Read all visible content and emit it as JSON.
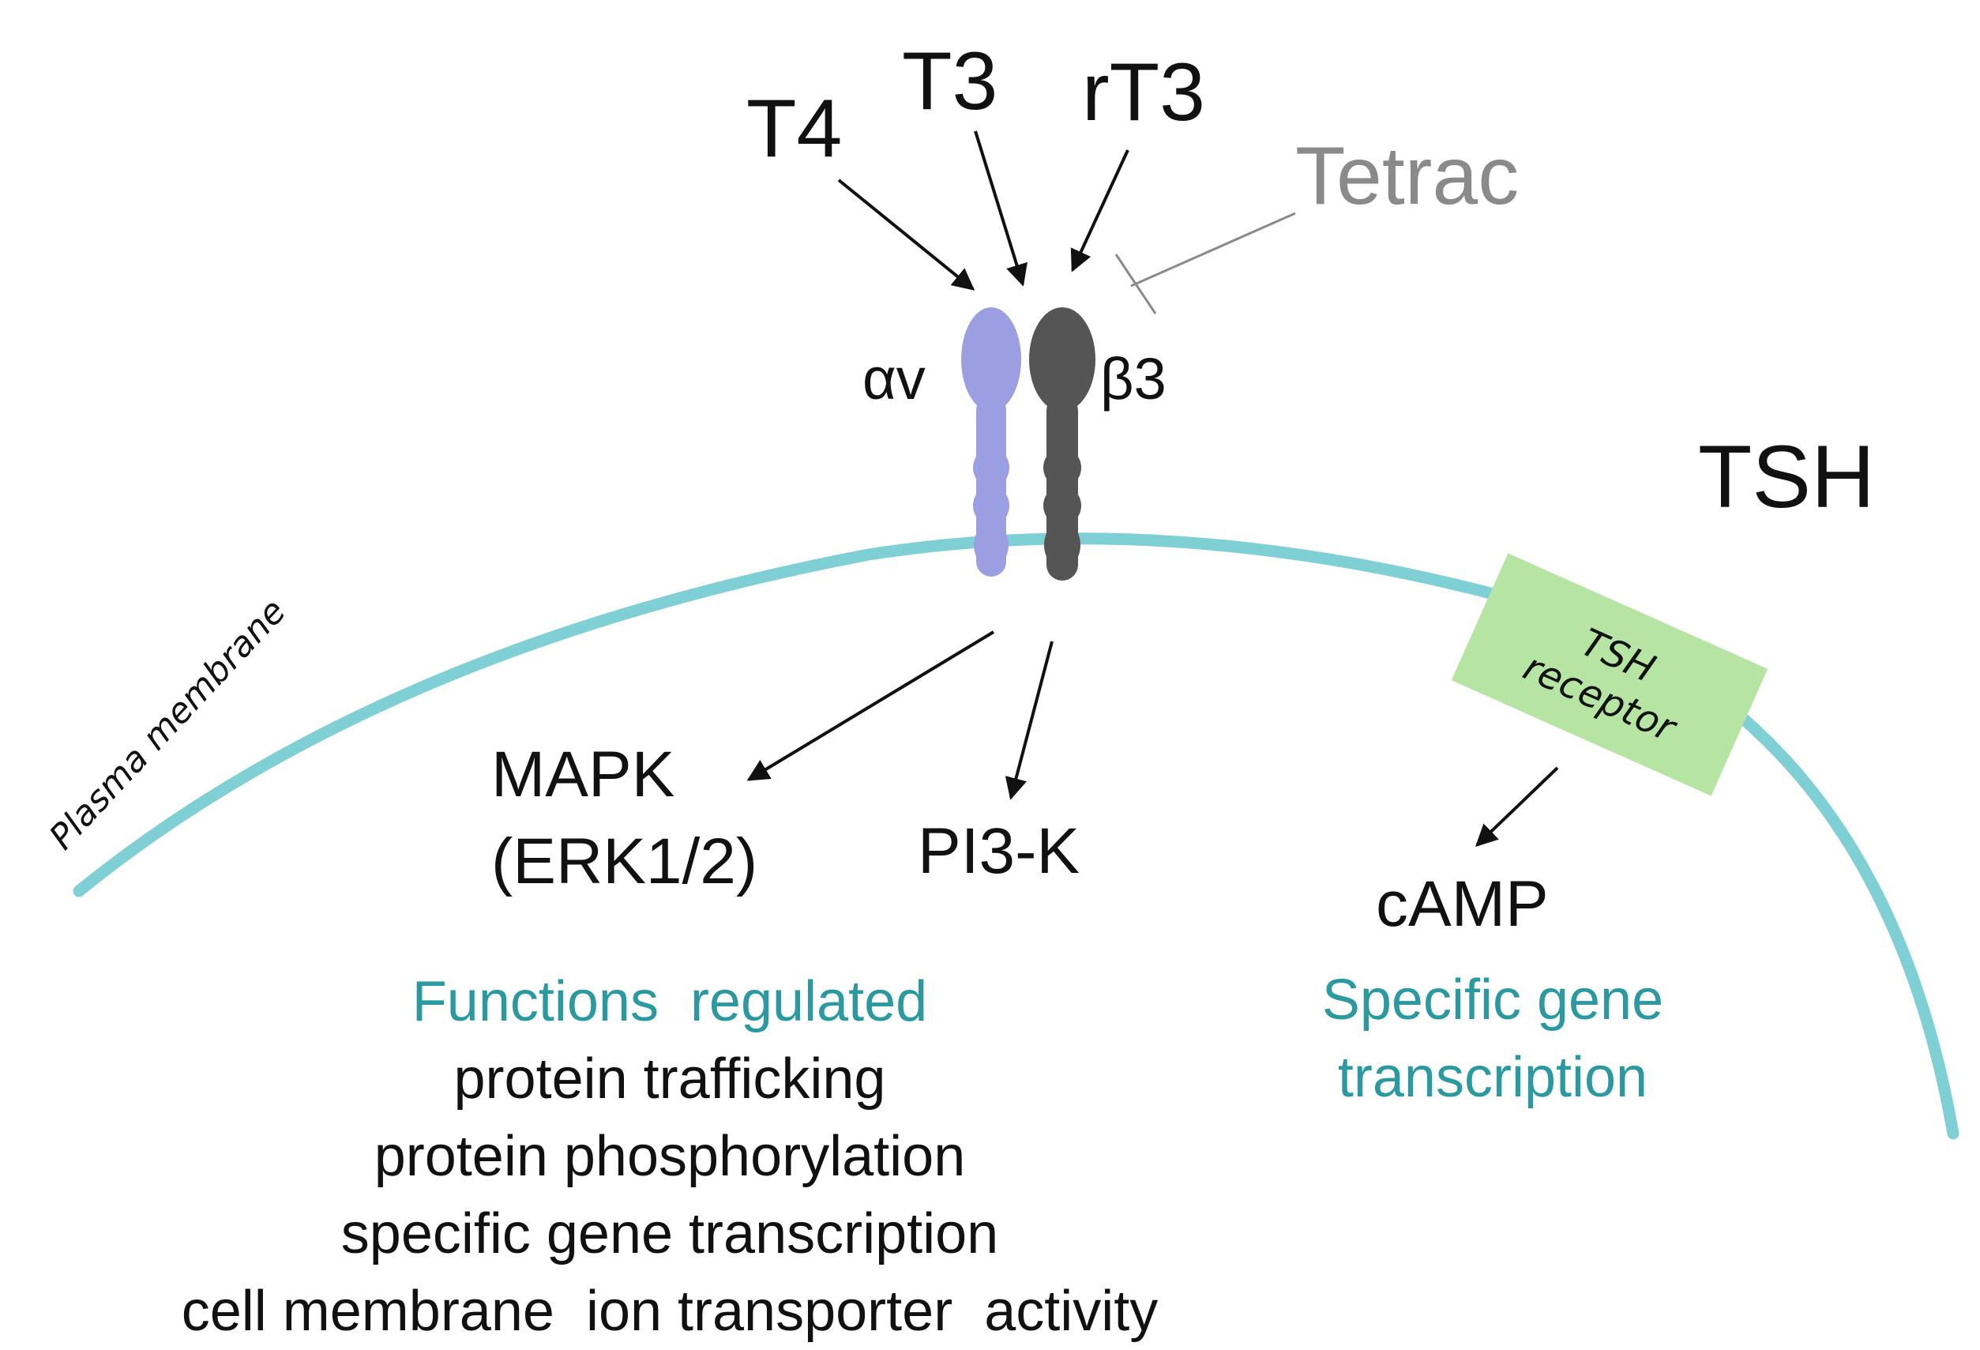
{
  "ligands": {
    "t4": "T4",
    "t3": "T3",
    "rt3": "rT3",
    "tetrac": "Tetrac"
  },
  "integrin": {
    "alpha_label": "αv",
    "beta_label": "β3"
  },
  "tsh": {
    "label": "TSH",
    "receptor_line1": "TSH",
    "receptor_line2": "receptor",
    "second_messenger": "cAMP",
    "effect_line1": "Specific gene",
    "effect_line2": "transcription"
  },
  "membrane": {
    "label": "Plasma membrane"
  },
  "pathways": {
    "mapk_line1": "MAPK",
    "mapk_line2": "(ERK1/2)",
    "pi3k": "PI3-K"
  },
  "functions": {
    "heading": "Functions  regulated",
    "items": [
      "protein trafficking",
      "protein phosphorylation",
      "specific gene transcription",
      "cell membrane  ion transporter  activity"
    ]
  },
  "colors": {
    "membrane": "#7fd0d4",
    "alpha_subunit": "#9b9ee0",
    "beta_subunit": "#555555",
    "receptor_box": "#b6e5a3",
    "teal_text": "#2a9aa0",
    "tetrac_gray": "#8a8a8a",
    "arrow": "#111111"
  }
}
